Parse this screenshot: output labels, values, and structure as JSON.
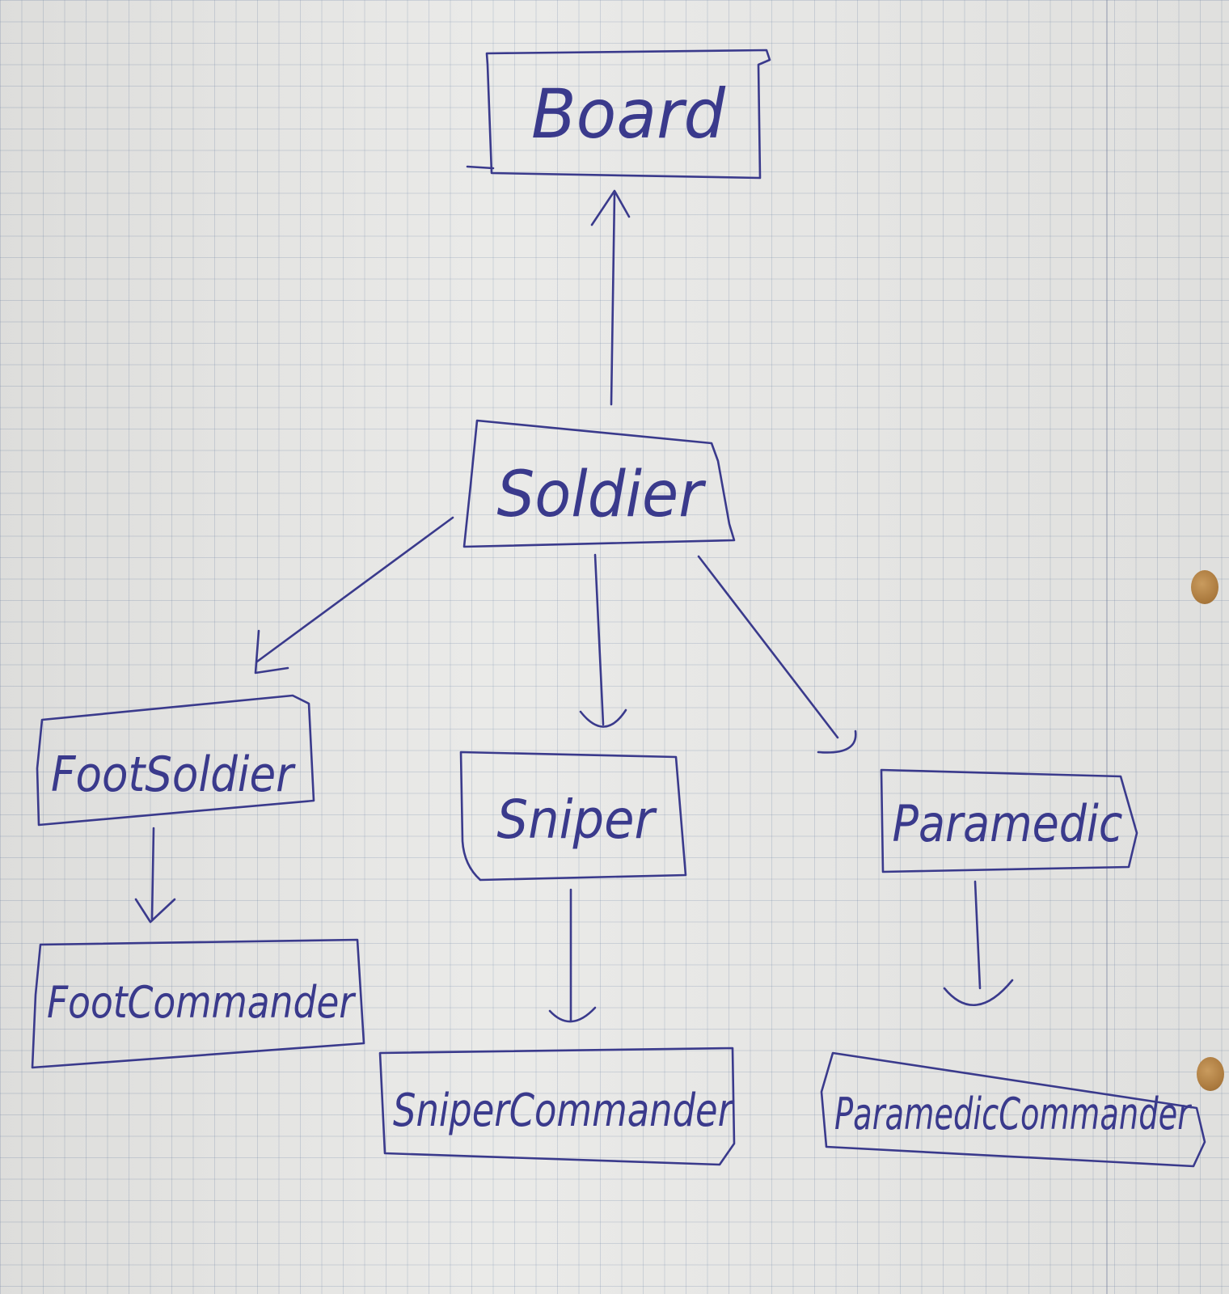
{
  "diagram": {
    "nodes": {
      "board": "Board",
      "soldier": "Soldier",
      "foot_soldier": "FootSoldier",
      "sniper": "Sniper",
      "paramedic": "Paramedic",
      "foot_commander": "FootCommander",
      "sniper_commander": "SniperCommander",
      "paramedic_commander": "ParamedicCommander"
    },
    "edges": [
      {
        "from": "soldier",
        "to": "board"
      },
      {
        "from": "soldier",
        "to": "foot_soldier"
      },
      {
        "from": "soldier",
        "to": "sniper"
      },
      {
        "from": "soldier",
        "to": "paramedic"
      },
      {
        "from": "foot_soldier",
        "to": "foot_commander"
      },
      {
        "from": "sniper",
        "to": "sniper_commander"
      },
      {
        "from": "paramedic",
        "to": "paramedic_commander"
      }
    ],
    "ink_color": "#3a3a8c"
  }
}
